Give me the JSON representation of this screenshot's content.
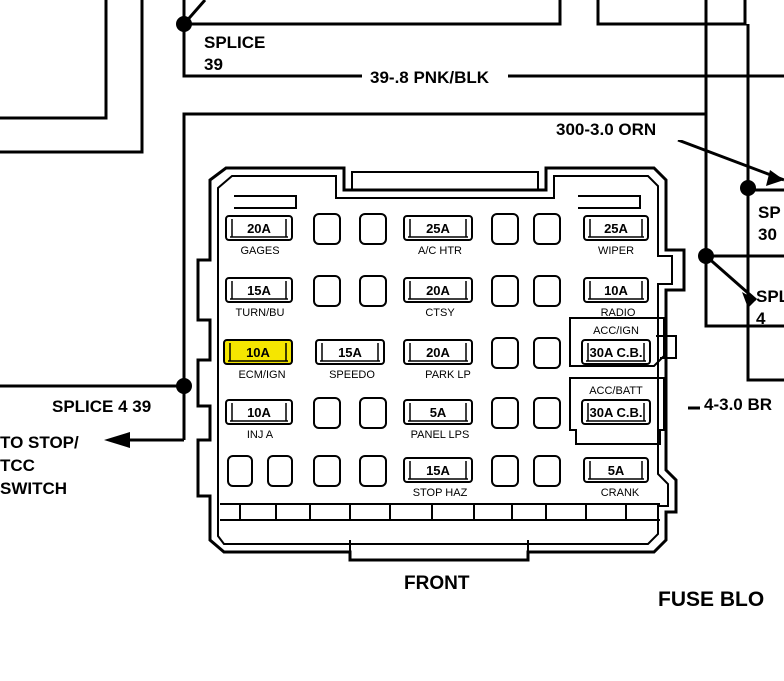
{
  "labels": {
    "splice39": "SPLICE",
    "splice39_num": "39",
    "wire_39": "39-.8 PNK/BLK",
    "wire_300": "300-3.0 ORN",
    "splice_right_top": "SP",
    "splice_right_top_num": "30",
    "splice_right_mid": "SPL",
    "splice_right_mid_num": "4",
    "splice439": "SPLICE 4 39",
    "to_stop_1": "TO STOP/",
    "to_stop_2": "TCC",
    "to_stop_3": "SWITCH",
    "wire_4": "4-3.0 BR",
    "front": "FRONT",
    "fuse_block": "FUSE BLO"
  },
  "fuses": [
    {
      "amp": "20A",
      "name": "GAGES"
    },
    {
      "amp": "25A",
      "name": "A/C HTR"
    },
    {
      "amp": "25A",
      "name": "WIPER"
    },
    {
      "amp": "15A",
      "name": "TURN/BU"
    },
    {
      "amp": "20A",
      "name": "CTSY"
    },
    {
      "amp": "10A",
      "name": "RADIO"
    },
    {
      "amp": "10A",
      "name": "ECM/IGN",
      "highlight": true
    },
    {
      "amp": "15A",
      "name": "SPEEDO"
    },
    {
      "amp": "20A",
      "name": "PARK LP"
    },
    {
      "amp": "30A C.B.",
      "name": "ACC/IGN"
    },
    {
      "amp": "10A",
      "name": "INJ A"
    },
    {
      "amp": "5A",
      "name": "PANEL LPS"
    },
    {
      "amp": "30A C.B.",
      "name": "ACC/BATT"
    },
    {
      "amp": "15A",
      "name": "STOP HAZ"
    },
    {
      "amp": "5A",
      "name": "CRANK"
    }
  ],
  "colors": {
    "highlight": "#f5e600",
    "line": "#000000"
  }
}
